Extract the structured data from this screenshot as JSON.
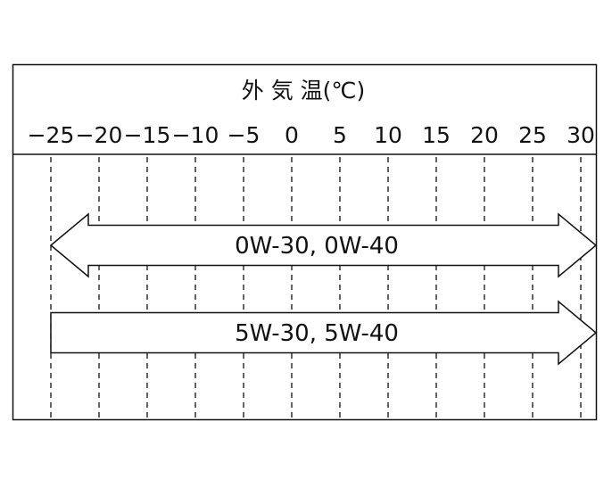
{
  "title": "外 気 温(℃)",
  "axis": {
    "ticks": [
      -25,
      -20,
      -15,
      -10,
      -5,
      0,
      5,
      10,
      15,
      20,
      25,
      30
    ],
    "tick_labels": [
      "−25",
      "−20",
      "−15",
      "−10",
      "−5",
      "0",
      "5",
      "10",
      "15",
      "20",
      "25",
      "30"
    ]
  },
  "ranges": [
    {
      "label": "0W-30, 0W-40",
      "from": -25,
      "to": 30,
      "double_headed": true
    },
    {
      "label": "5W-30, 5W-40",
      "from": -25,
      "to": 30,
      "double_headed": false
    }
  ],
  "colors": {
    "line": "#111111",
    "background": "#ffffff"
  }
}
